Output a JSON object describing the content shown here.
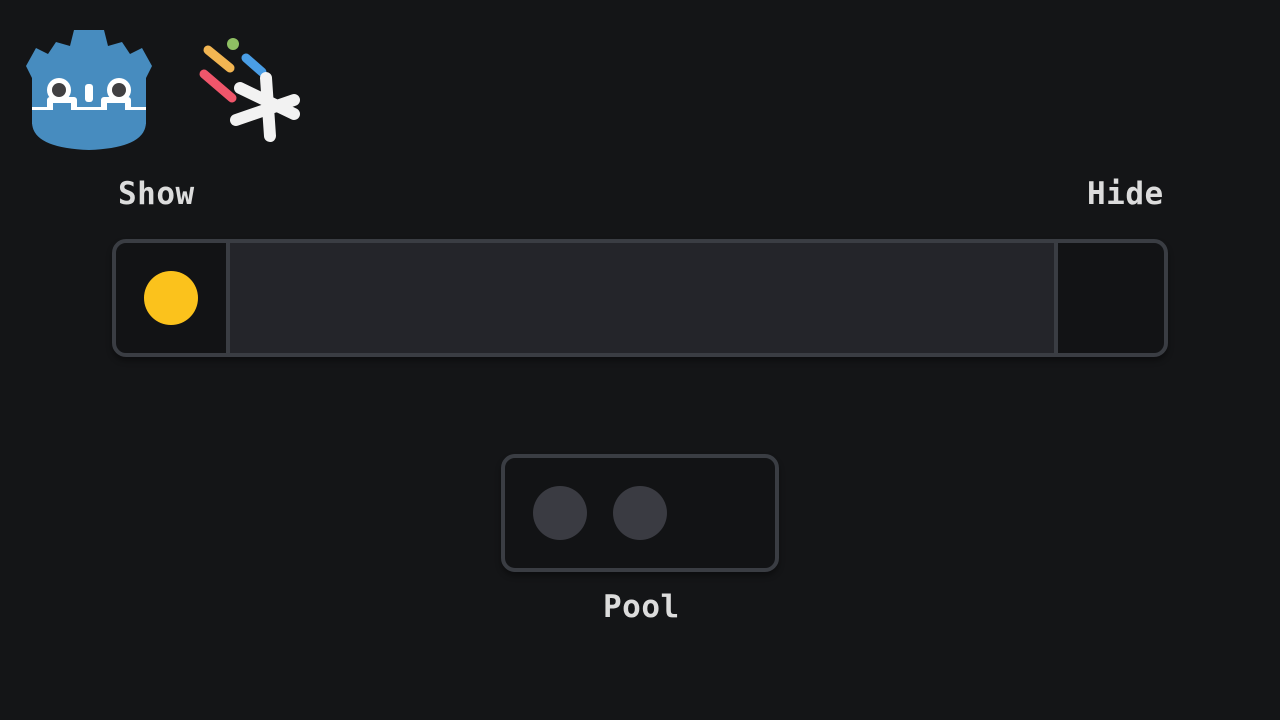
{
  "labels": {
    "show": "Show",
    "hide": "Hide",
    "pool": "Pool"
  },
  "logos": {
    "left": "godot-engine-logo",
    "right": "sparkle-brand-logo"
  },
  "colors": {
    "background": "#141517",
    "border": "#3a3d43",
    "active_ball": "#fbc21c",
    "pooled_ball": "#3a3b42",
    "godot_blue": "#478cbf"
  },
  "slider": {
    "active_items": 1,
    "pooled_items": 2
  }
}
